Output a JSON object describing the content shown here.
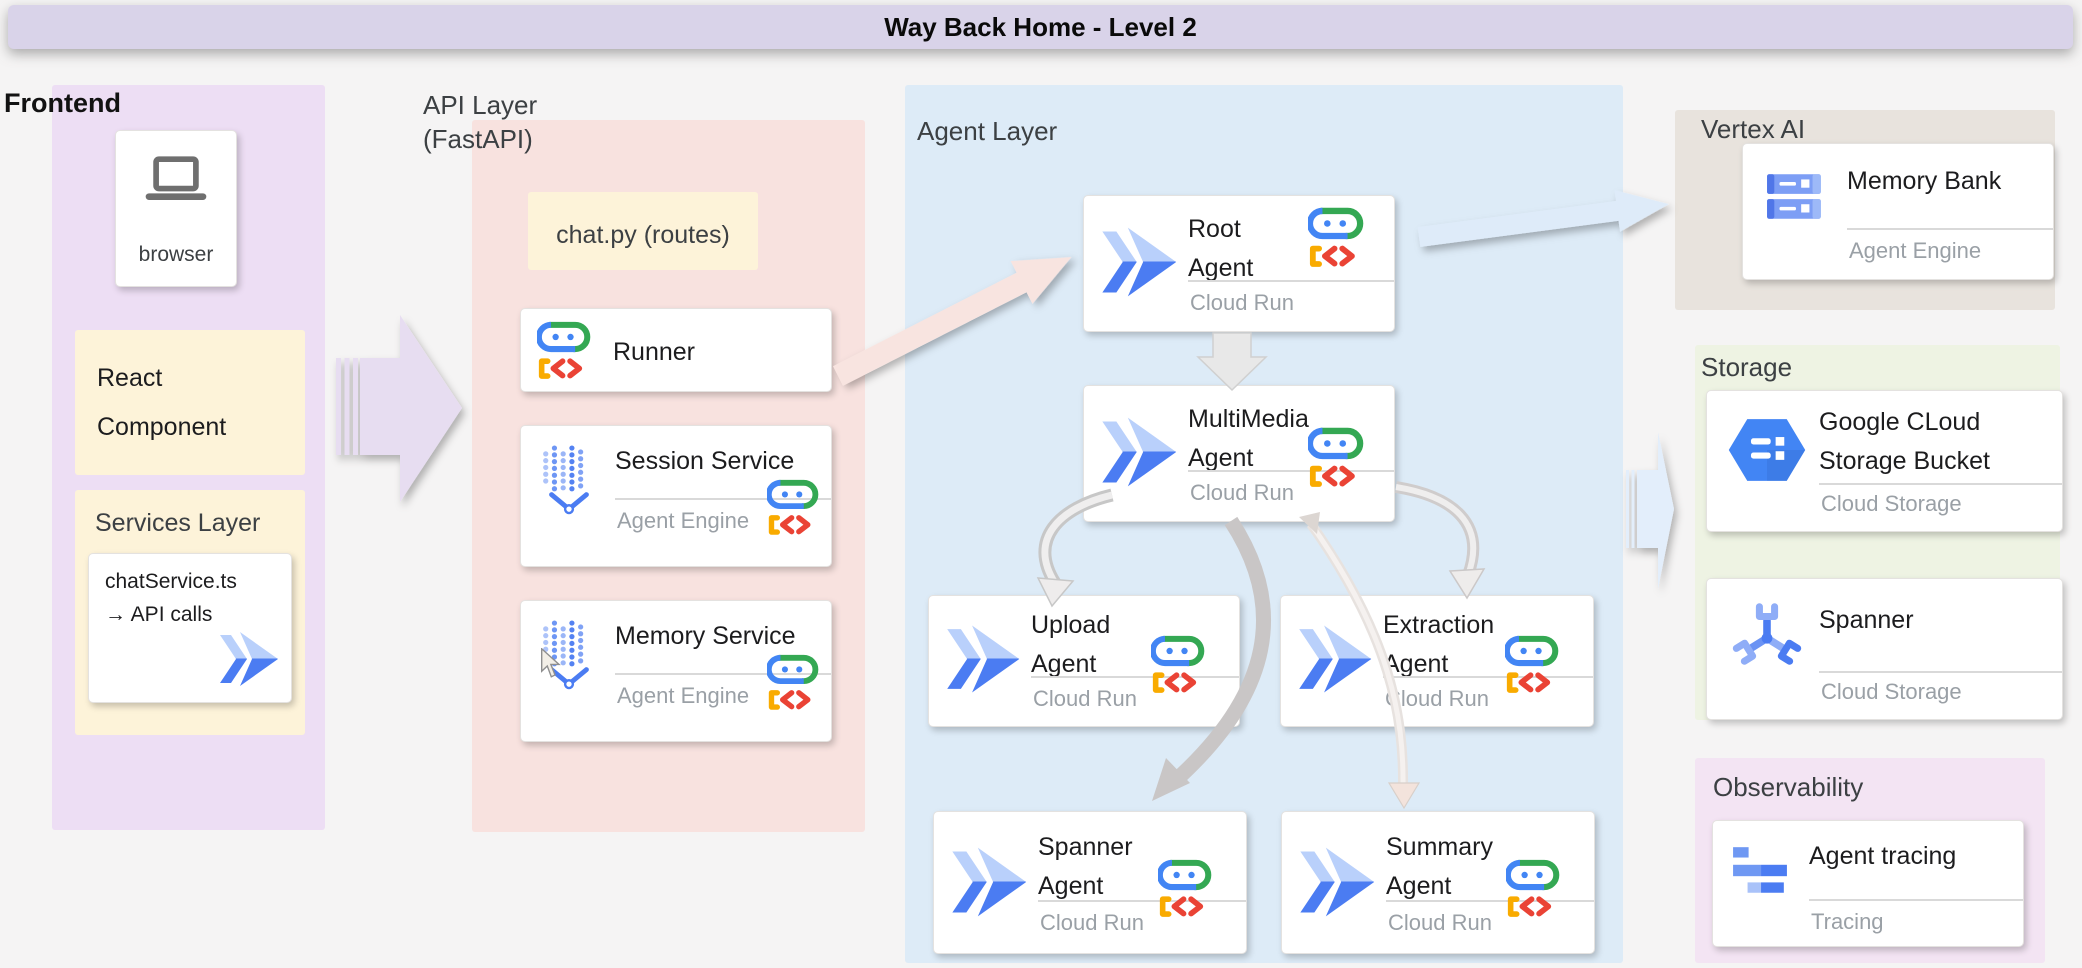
{
  "title_bar": {
    "title": "Way Back Home - Level 2"
  },
  "frontend": {
    "label": "Frontend",
    "browser": {
      "label": "browser"
    },
    "react_component": {
      "line1": "React",
      "line2": "Component"
    },
    "services_layer": {
      "label": "Services Layer",
      "chat_service": {
        "line1": "chatService.ts",
        "line2": "→ API calls"
      }
    }
  },
  "api_layer": {
    "label_line1": "API Layer",
    "label_line2": "(FastAPI)",
    "chat_py": {
      "label": "chat.py (routes)"
    },
    "runner": {
      "title": "Runner"
    },
    "session_service": {
      "title": "Session Service",
      "platform": "Agent Engine"
    },
    "memory_service": {
      "title": "Memory Service",
      "platform": "Agent Engine"
    }
  },
  "agent_layer": {
    "label": "Agent Layer",
    "root_agent": {
      "line1": "Root",
      "line2": "Agent",
      "platform": "Cloud Run"
    },
    "multimedia_agent": {
      "line1": "MultiMedia",
      "line2": "Agent",
      "platform": "Cloud Run"
    },
    "upload_agent": {
      "line1": "Upload",
      "line2": "Agent",
      "platform": "Cloud Run"
    },
    "extraction_agent": {
      "line1": "Extraction",
      "line2": "Agent",
      "platform": "Cloud Run"
    },
    "spanner_agent": {
      "line1": "Spanner",
      "line2": "Agent",
      "platform": "Cloud Run"
    },
    "summary_agent": {
      "line1": "Summary",
      "line2": "Agent",
      "platform": "Cloud Run"
    }
  },
  "vertex_ai": {
    "label": "Vertex AI",
    "memory_bank": {
      "title": "Memory Bank",
      "platform": "Agent Engine"
    }
  },
  "storage": {
    "label": "Storage",
    "gcs_bucket": {
      "line1": "Google CLoud",
      "line2": "Storage Bucket",
      "platform": "Cloud Storage"
    },
    "spanner": {
      "title": "Spanner",
      "platform": "Cloud Storage"
    }
  },
  "observability": {
    "label": "Observability",
    "agent_tracing": {
      "title": "Agent tracing",
      "platform": "Tracing"
    }
  },
  "icons": {
    "adk": "adk-robot-icon",
    "agent-arrows": "agent-double-arrow-icon",
    "engine-funnel": "agent-engine-funnel-icon",
    "laptop": "laptop-browser-icon",
    "memory-bank": "memory-bank-racks-icon",
    "gcs-hexagon": "cloud-storage-hexagon-icon",
    "spanner-wrench": "spanner-wrench-icon",
    "trace-bars": "trace-gantt-bars-icon",
    "cursor": "mouse-cursor-icon"
  },
  "colors": {
    "c_titlebar": "#d9d3e9",
    "c_frontend": "#eddef4",
    "c_api": "#f8e2df",
    "c_agent": "#ddebf7",
    "c_vertex": "#e8e3dd",
    "c_storage": "#eef3e3",
    "c_obs": "#f3e4f3",
    "c_cream": "#fdf3d9",
    "c_blue": "#4285f4",
    "c_green": "#34a853",
    "c_red": "#ea4335",
    "c_yellow": "#f9ab00",
    "c_subtext": "#9aa0a6"
  }
}
